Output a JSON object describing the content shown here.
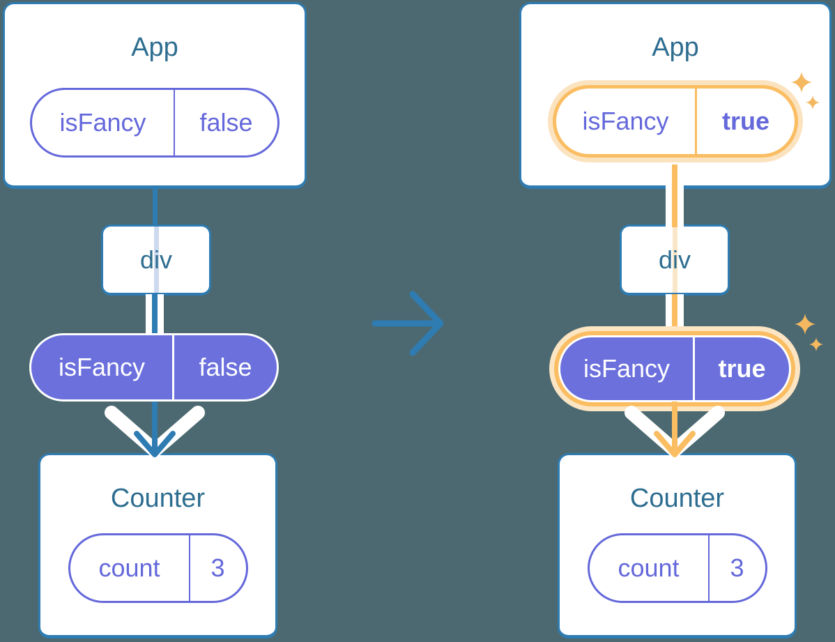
{
  "diagram": {
    "left": {
      "app_card": {
        "title": "App",
        "prop": {
          "name": "isFancy",
          "value": "false"
        }
      },
      "div_box": {
        "label": "div"
      },
      "prop_pill": {
        "name": "isFancy",
        "value": "false"
      },
      "counter_card": {
        "title": "Counter",
        "state": {
          "name": "count",
          "value": "3"
        }
      }
    },
    "right": {
      "app_card": {
        "title": "App",
        "prop": {
          "name": "isFancy",
          "value": "true"
        }
      },
      "div_box": {
        "label": "div"
      },
      "prop_pill": {
        "name": "isFancy",
        "value": "true"
      },
      "counter_card": {
        "title": "Counter",
        "state": {
          "name": "count",
          "value": "3"
        }
      }
    },
    "icons": {
      "transition": "arrow-right-icon",
      "flow": "arrow-down-icon",
      "highlight": "sparkle-icon"
    },
    "colors": {
      "background": "#4C6971",
      "card_border": "#2E7CB2",
      "title_text": "#2D6D90",
      "purple": "#6468DA",
      "purple_fill": "#6B70DC",
      "highlight_orange": "#FABD62",
      "highlight_orange_light": "#FBE3BF",
      "pass_through_lavender": "#CDD9EF",
      "pass_through_peach": "#FAE6C8"
    }
  }
}
